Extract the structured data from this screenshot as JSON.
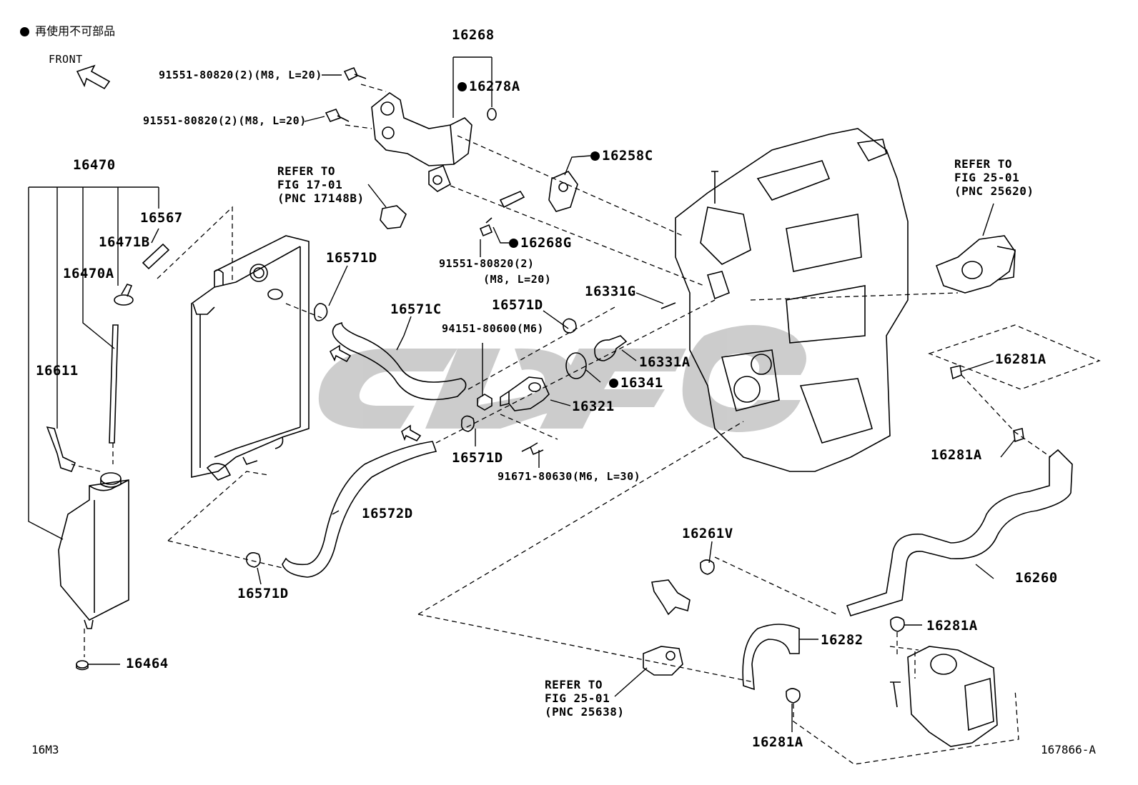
{
  "legend": {
    "text": "再使用不可部品"
  },
  "front_label": "FRONT",
  "labels": {
    "p16268": "16268",
    "p16278A": "16278A",
    "p16258C": "16258C",
    "p16268G": "16268G",
    "p16470": "16470",
    "p16567": "16567",
    "p16471B": "16471B",
    "p16470A": "16470A",
    "p16611": "16611",
    "p16464": "16464",
    "p16571D_a": "16571D",
    "p16571C": "16571C",
    "p16571D_b": "16571D",
    "p16331G": "16331G",
    "p16331A": "16331A",
    "p16341": "16341",
    "p16321": "16321",
    "p16571D_c": "16571D",
    "p16572D": "16572D",
    "p16571D_d": "16571D",
    "p16261V": "16261V",
    "p16282": "16282",
    "p16281A_a": "16281A",
    "p16281A_b": "16281A",
    "p16281A_c": "16281A",
    "p16281A_d": "16281A",
    "p16260": "16260"
  },
  "bolts": {
    "b1": "91551-80820(2)(M8, L=20)",
    "b2": "91551-80820(2)(M8, L=20)",
    "b3_line1": "91551-80820(2)",
    "b3_line2": "(M8, L=20)",
    "b4": "94151-80600(M6)",
    "b5": "91671-80630(M6, L=30)"
  },
  "refs": {
    "r17": "REFER TO\nFIG 17-01\n(PNC 17148B)",
    "r25620": "REFER TO\nFIG 25-01\n(PNC 25620)",
    "r25638": "REFER TO\nFIG 25-01\n(PNC 25638)"
  },
  "corner": {
    "left": "16M3",
    "right": "167866-A"
  }
}
